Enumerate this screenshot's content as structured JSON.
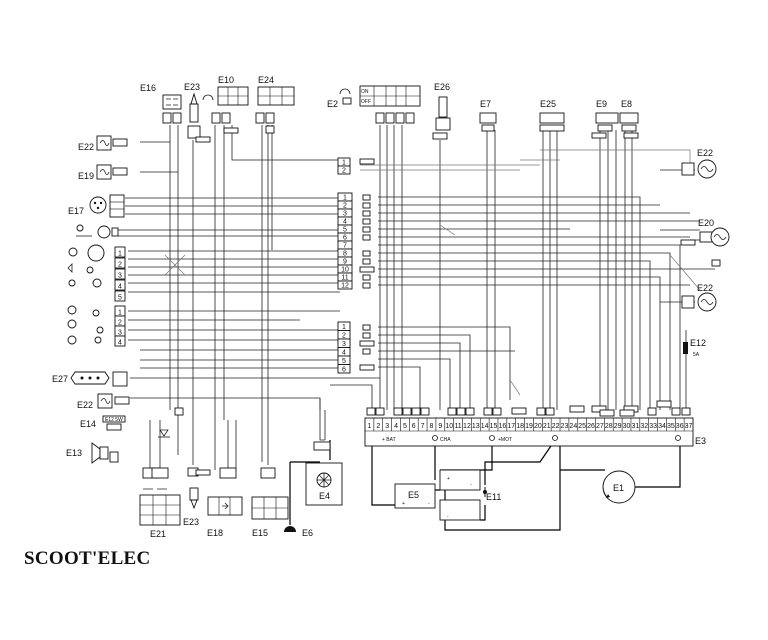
{
  "title": "SCOOT'ELEC",
  "components": [
    {
      "id": "E16",
      "label": "E16"
    },
    {
      "id": "E23_top",
      "label": "E23"
    },
    {
      "id": "E10",
      "label": "E10"
    },
    {
      "id": "E24",
      "label": "E24"
    },
    {
      "id": "E2",
      "label": "E2"
    },
    {
      "id": "E26",
      "label": "E26"
    },
    {
      "id": "E7",
      "label": "E7"
    },
    {
      "id": "E25",
      "label": "E25"
    },
    {
      "id": "E9",
      "label": "E9"
    },
    {
      "id": "E8",
      "label": "E8"
    },
    {
      "id": "E22_left_top",
      "label": "E22"
    },
    {
      "id": "E19",
      "label": "E19"
    },
    {
      "id": "E17",
      "label": "E17"
    },
    {
      "id": "E27",
      "label": "E27"
    },
    {
      "id": "E22_left_bottom",
      "label": "E22"
    },
    {
      "id": "E14",
      "label": "E14"
    },
    {
      "id": "E13",
      "label": "E13"
    },
    {
      "id": "E21",
      "label": "E21"
    },
    {
      "id": "E23_bottom",
      "label": "E23"
    },
    {
      "id": "E18",
      "label": "E18"
    },
    {
      "id": "E15",
      "label": "E15"
    },
    {
      "id": "E6",
      "label": "E6"
    },
    {
      "id": "E4",
      "label": "E4"
    },
    {
      "id": "E5",
      "label": "E5"
    },
    {
      "id": "E11",
      "label": "E11"
    },
    {
      "id": "E1",
      "label": "E1"
    },
    {
      "id": "E3",
      "label": "E3"
    },
    {
      "id": "E12",
      "label": "E12"
    },
    {
      "id": "E20",
      "label": "E20"
    },
    {
      "id": "E22_right_top",
      "label": "E22"
    },
    {
      "id": "E22_right_bottom",
      "label": "E22"
    }
  ],
  "switch_positions": {
    "on": "ON",
    "off": "OFF"
  },
  "connector_block": {
    "pins": [
      "1",
      "2",
      "3",
      "4",
      "5",
      "6",
      "7",
      "8",
      "9",
      "10",
      "11",
      "12",
      "13",
      "14",
      "15",
      "16",
      "17",
      "18",
      "19",
      "20",
      "21",
      "22",
      "23",
      "24",
      "25",
      "26",
      "27",
      "28",
      "29",
      "30",
      "31",
      "32",
      "33",
      "34",
      "35",
      "36",
      "37"
    ],
    "terminals": {
      "bat": "+ BAT",
      "cha": "CHA",
      "mot": "+MOT"
    }
  },
  "left_upper_group_pins": [
    "1",
    "2",
    "3",
    "4",
    "5"
  ],
  "left_lower_group_pins": [
    "1",
    "2",
    "3",
    "4"
  ],
  "center_top_pins": [
    "1",
    "2"
  ],
  "center_mid_pins": [
    "1",
    "2",
    "3",
    "4",
    "5",
    "6",
    "7",
    "8",
    "9",
    "10",
    "11",
    "12"
  ],
  "center_low_pins": [
    "1",
    "2",
    "3",
    "4",
    "5",
    "6"
  ],
  "e12_rating": "5A",
  "e5_terminals": {
    "plus": "+",
    "minus": "-"
  },
  "battery_terminals": {
    "plus": "+",
    "minus": "-"
  },
  "e14_tag": "E12 5W"
}
